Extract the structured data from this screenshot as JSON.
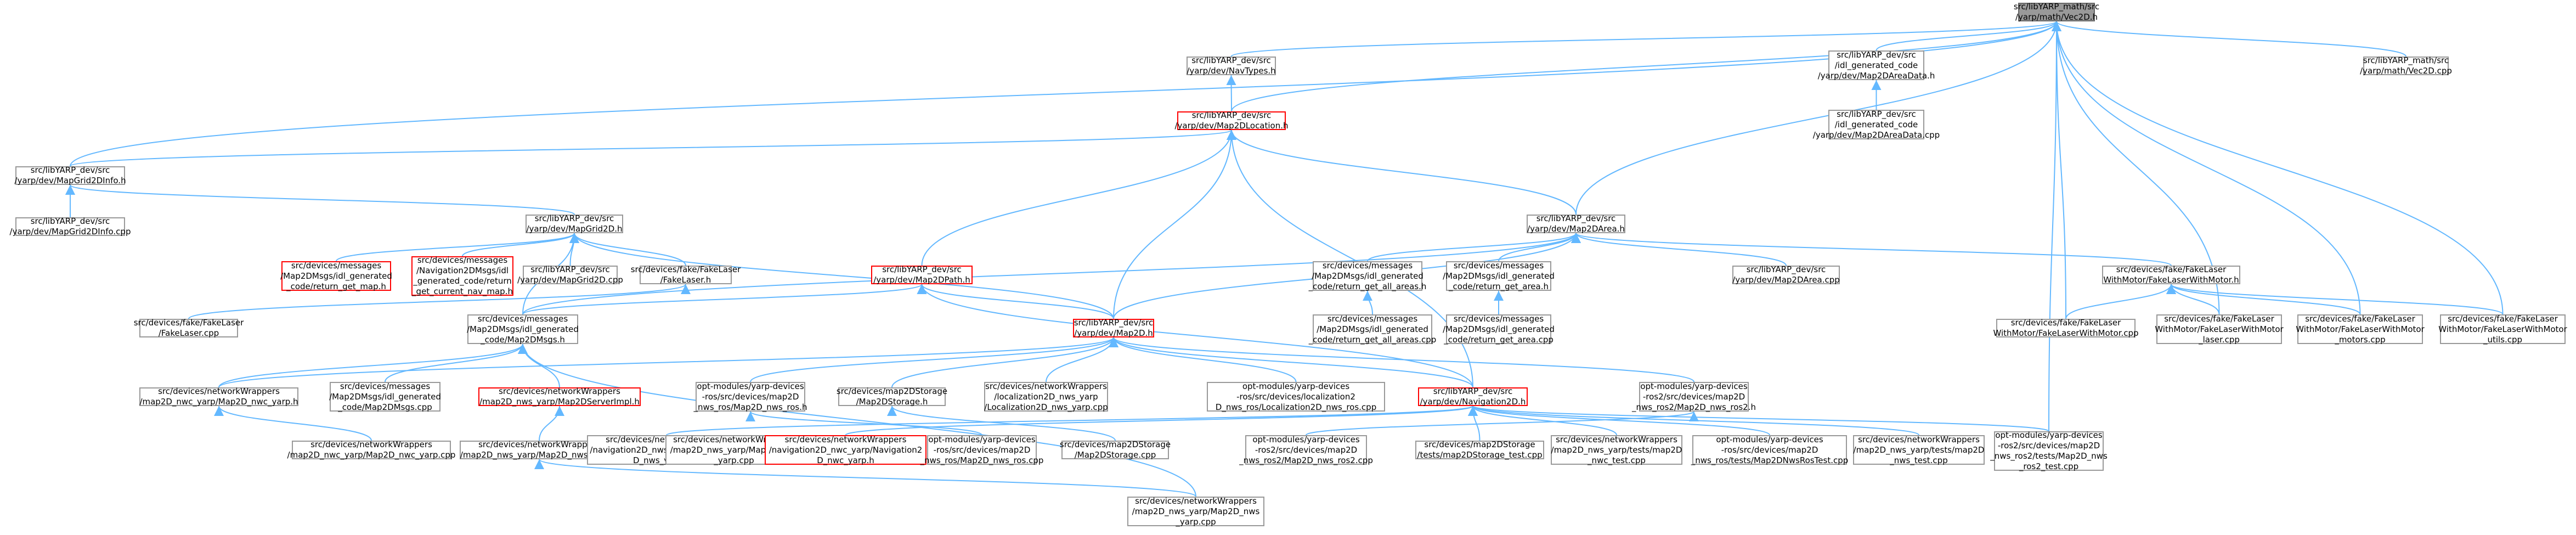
{
  "graph": {
    "title": "src/libYARP_math/src/yarp/math/Vec2D.h",
    "colors": {
      "edge": "#63b8ff",
      "border": "#999999",
      "highlight": "#ff0000",
      "root_fill": "#999999"
    },
    "nodes": [
      {
        "id": "root",
        "label": "src/libYARP_math/src\n/yarp/math/Vec2D.h",
        "style": "root"
      },
      {
        "id": "navtypes",
        "label": "src/libYARP_dev/src\n/yarp/dev/NavTypes.h"
      },
      {
        "id": "map2dareadata_h",
        "label": "src/libYARP_dev/src\n/idl_generated_code\n/yarp/dev/Map2DAreaData.h"
      },
      {
        "id": "vec2d_cpp",
        "label": "src/libYARP_math/src\n/yarp/math/Vec2D.cpp"
      },
      {
        "id": "map2dlocation",
        "label": "src/libYARP_dev/src\n/yarp/dev/Map2DLocation.h",
        "style": "red"
      },
      {
        "id": "map2dareadata_cpp",
        "label": "src/libYARP_dev/src\n/idl_generated_code\n/yarp/dev/Map2DAreaData.cpp"
      },
      {
        "id": "mapgrid2dinfo_h",
        "label": "src/libYARP_dev/src\n/yarp/dev/MapGrid2DInfo.h"
      },
      {
        "id": "mapgrid2dinfo_cpp",
        "label": "src/libYARP_dev/src\n/yarp/dev/MapGrid2DInfo.cpp"
      },
      {
        "id": "mapgrid2d_h",
        "label": "src/libYARP_dev/src\n/yarp/dev/MapGrid2D.h"
      },
      {
        "id": "map2darea_h",
        "label": "src/libYARP_dev/src\n/yarp/dev/Map2DArea.h"
      },
      {
        "id": "ret_get_map",
        "label": "src/devices/messages\n/Map2DMsgs/idl_generated\n_code/return_get_map.h",
        "style": "red"
      },
      {
        "id": "ret_current_nav_map",
        "label": "src/devices/messages\n/Navigation2DMsgs/idl\n_generated_code/return\n_get_current_nav_map.h",
        "style": "red"
      },
      {
        "id": "mapgrid2d_cpp",
        "label": "src/libYARP_dev/src\n/yarp/dev/MapGrid2D.cpp"
      },
      {
        "id": "fakelaser_h",
        "label": "src/devices/fake/FakeLaser\n/FakeLaser.h"
      },
      {
        "id": "map2dpath_h",
        "label": "src/libYARP_dev/src\n/yarp/dev/Map2DPath.h",
        "style": "red"
      },
      {
        "id": "ret_get_all_areas_h",
        "label": "src/devices/messages\n/Map2DMsgs/idl_generated\n_code/return_get_all_areas.h"
      },
      {
        "id": "ret_get_area_h",
        "label": "src/devices/messages\n/Map2DMsgs/idl_generated\n_code/return_get_area.h"
      },
      {
        "id": "map2darea_cpp",
        "label": "src/libYARP_dev/src\n/yarp/dev/Map2DArea.cpp"
      },
      {
        "id": "fakelaserwithmotor_h",
        "label": "src/devices/fake/FakeLaser\nWithMotor/FakeLaserWithMotor.h"
      },
      {
        "id": "fakelaser_cpp",
        "label": "src/devices/fake/FakeLaser\n/FakeLaser.cpp"
      },
      {
        "id": "map2dmsgs_h",
        "label": "src/devices/messages\n/Map2DMsgs/idl_generated\n_code/Map2DMsgs.h"
      },
      {
        "id": "ret_get_all_areas_cpp",
        "label": "src/devices/messages\n/Map2DMsgs/idl_generated\n_code/return_get_all_areas.cpp"
      },
      {
        "id": "ret_get_area_cpp",
        "label": "src/devices/messages\n/Map2DMsgs/idl_generated\n_code/return_get_area.cpp"
      },
      {
        "id": "map2d_h",
        "label": "src/libYARP_dev/src\n/yarp/dev/Map2D.h",
        "style": "red"
      },
      {
        "id": "fakelaserwithmotor_cpp",
        "label": "src/devices/fake/FakeLaser\nWithMotor/FakeLaserWithMotor.cpp"
      },
      {
        "id": "fakelaserwithmotor_laser_cpp",
        "label": "src/devices/fake/FakeLaser\nWithMotor/FakeLaserWithMotor\n_laser.cpp"
      },
      {
        "id": "fakelaserwithmotor_motors_cpp",
        "label": "src/devices/fake/FakeLaser\nWithMotor/FakeLaserWithMotor\n_motors.cpp"
      },
      {
        "id": "fakelaserwithmotor_utils_cpp",
        "label": "src/devices/fake/FakeLaser\nWithMotor/FakeLaserWithMotor\n_utils.cpp"
      },
      {
        "id": "map2d_nwc_yarp_h",
        "label": "src/devices/networkWrappers\n/map2D_nwc_yarp/Map2D_nwc_yarp.h"
      },
      {
        "id": "map2dmsgs_cpp",
        "label": "src/devices/messages\n/Map2DMsgs/idl_generated\n_code/Map2DMsgs.cpp"
      },
      {
        "id": "map2dserverimpl_h",
        "label": "src/devices/networkWrappers\n/map2D_nws_yarp/Map2DServerImpl.h",
        "style": "red"
      },
      {
        "id": "map2d_nws_ros_h",
        "label": "opt-modules/yarp-devices\n-ros/src/devices/map2D\n_nws_ros/Map2D_nws_ros.h"
      },
      {
        "id": "map2dstorage_h",
        "label": "src/devices/map2DStorage\n/Map2DStorage.h"
      },
      {
        "id": "localization2d_nws_yarp_cpp",
        "label": "src/devices/networkWrappers\n/localization2D_nws_yarp\n/Localization2D_nws_yarp.cpp"
      },
      {
        "id": "localization2d_nws_ros_cpp",
        "label": "opt-modules/yarp-devices\n-ros/src/devices/localization2\nD_nws_ros/Localization2D_nws_ros.cpp"
      },
      {
        "id": "navigation2d_h",
        "label": "src/libYARP_dev/src\n/yarp/dev/Navigation2D.h",
        "style": "red"
      },
      {
        "id": "map2d_nws_ros2_h",
        "label": "opt-modules/yarp-devices\n-ros2/src/devices/map2D\n_nws_ros2/Map2D_nws_ros2.h"
      },
      {
        "id": "map2d_nwc_yarp_cpp",
        "label": "src/devices/networkWrappers\n/map2D_nwc_yarp/Map2D_nwc_yarp.cpp"
      },
      {
        "id": "map2d_nws_yarp_h",
        "label": "src/devices/networkWrappers\n/map2D_nws_yarp/Map2D_nws_yarp.h"
      },
      {
        "id": "navigation2d_nws_yarp_cpp",
        "label": "src/devices/networkWrappers\n/navigation2D_nws_yarp/Navigation2\nD_nws_yarp.cpp"
      },
      {
        "id": "map2d_nws_yarp_cpp_a",
        "label": "src/devices/networkWrappers\n/map2D_nws_yarp/Map2D_nws\n_yarp.cpp"
      },
      {
        "id": "navigation2d_nwc_yarp_h",
        "label": "src/devices/networkWrappers\n/navigation2D_nwc_yarp/Navigation2\nD_nwc_yarp.h",
        "style": "red"
      },
      {
        "id": "map2d_nws_ros_cpp",
        "label": "opt-modules/yarp-devices\n-ros/src/devices/map2D\n_nws_ros/Map2D_nws_ros.cpp"
      },
      {
        "id": "map2dstorage_cpp",
        "label": "src/devices/map2DStorage\n/Map2DStorage.cpp"
      },
      {
        "id": "map2d_nws_ros2_cpp",
        "label": "opt-modules/yarp-devices\n-ros2/src/devices/map2D\n_nws_ros2/Map2D_nws_ros2.cpp"
      },
      {
        "id": "map2dstorage_test_cpp",
        "label": "src/devices/map2DStorage\n/tests/map2DStorage_test.cpp"
      },
      {
        "id": "map2d_nwc_test_cpp",
        "label": "src/devices/networkWrappers\n/map2D_nws_yarp/tests/map2D\n_nwc_test.cpp"
      },
      {
        "id": "map2dnwsrostest_cpp",
        "label": "opt-modules/yarp-devices\n-ros/src/devices/map2D\n_nws_ros/tests/Map2DNwsRosTest.cpp"
      },
      {
        "id": "map2d_nws_test_cpp",
        "label": "src/devices/networkWrappers\n/map2D_nws_yarp/tests/map2D\n_nws_test.cpp"
      },
      {
        "id": "map2d_nws_ros2_test_cpp",
        "label": "opt-modules/yarp-devices\n-ros2/src/devices/map2D\n_nws_ros2/tests/Map2D_nws\n_ros2_test.cpp"
      },
      {
        "id": "map2d_nws_yarp_cpp_b",
        "label": "src/devices/networkWrappers\n/map2D_nws_yarp/Map2D_nws\n_yarp.cpp"
      }
    ],
    "edges": [
      [
        "navtypes",
        "root"
      ],
      [
        "map2dareadata_h",
        "root"
      ],
      [
        "vec2d_cpp",
        "root"
      ],
      [
        "map2dlocation",
        "root"
      ],
      [
        "mapgrid2dinfo_h",
        "root"
      ],
      [
        "map2darea_h",
        "root"
      ],
      [
        "map2dlocation",
        "navtypes"
      ],
      [
        "map2dareadata_cpp",
        "map2dareadata_h"
      ],
      [
        "mapgrid2dinfo_h",
        "map2dlocation"
      ],
      [
        "mapgrid2dinfo_cpp",
        "mapgrid2dinfo_h"
      ],
      [
        "mapgrid2d_h",
        "mapgrid2dinfo_h"
      ],
      [
        "map2darea_h",
        "map2dlocation"
      ],
      [
        "map2dpath_h",
        "map2dlocation"
      ],
      [
        "map2d_h",
        "map2dlocation"
      ],
      [
        "navigation2d_h",
        "map2dlocation"
      ],
      [
        "ret_get_map",
        "mapgrid2d_h"
      ],
      [
        "ret_current_nav_map",
        "mapgrid2d_h"
      ],
      [
        "mapgrid2d_cpp",
        "mapgrid2d_h"
      ],
      [
        "fakelaser_h",
        "mapgrid2d_h"
      ],
      [
        "map2d_h",
        "mapgrid2d_h"
      ],
      [
        "map2dmsgs_h",
        "mapgrid2d_h"
      ],
      [
        "ret_get_all_areas_h",
        "map2darea_h"
      ],
      [
        "ret_get_area_h",
        "map2darea_h"
      ],
      [
        "map2darea_cpp",
        "map2darea_h"
      ],
      [
        "fakelaserwithmotor_h",
        "map2darea_h"
      ],
      [
        "map2d_h",
        "map2darea_h"
      ],
      [
        "map2dmsgs_h",
        "map2darea_h"
      ],
      [
        "fakelaser_cpp",
        "fakelaser_h"
      ],
      [
        "map2dmsgs_h",
        "map2dpath_h"
      ],
      [
        "map2d_h",
        "map2dpath_h"
      ],
      [
        "navigation2d_h",
        "map2dpath_h"
      ],
      [
        "ret_get_all_areas_cpp",
        "ret_get_all_areas_h"
      ],
      [
        "ret_get_area_cpp",
        "ret_get_area_h"
      ],
      [
        "fakelaserwithmotor_cpp",
        "fakelaserwithmotor_h"
      ],
      [
        "fakelaserwithmotor_laser_cpp",
        "fakelaserwithmotor_h"
      ],
      [
        "fakelaserwithmotor_motors_cpp",
        "fakelaserwithmotor_h"
      ],
      [
        "fakelaserwithmotor_utils_cpp",
        "fakelaserwithmotor_h"
      ],
      [
        "map2d_nwc_yarp_h",
        "map2dmsgs_h"
      ],
      [
        "map2dmsgs_cpp",
        "map2dmsgs_h"
      ],
      [
        "map2dserverimpl_h",
        "map2dmsgs_h"
      ],
      [
        "map2d_nwc_yarp_h",
        "map2d_h"
      ],
      [
        "map2d_nws_ros_h",
        "map2d_h"
      ],
      [
        "map2dstorage_h",
        "map2d_h"
      ],
      [
        "localization2d_nws_yarp_cpp",
        "map2d_h"
      ],
      [
        "localization2d_nws_ros_cpp",
        "map2d_h"
      ],
      [
        "navigation2d_h",
        "map2d_h"
      ],
      [
        "map2d_nws_ros2_h",
        "map2d_h"
      ],
      [
        "map2d_nwc_yarp_cpp",
        "map2d_nwc_yarp_h"
      ],
      [
        "map2d_nws_yarp_h",
        "map2dserverimpl_h"
      ],
      [
        "map2d_nws_ros_cpp",
        "map2d_nws_ros_h"
      ],
      [
        "map2dstorage_cpp",
        "map2dstorage_h"
      ],
      [
        "map2d_nws_ros2_cpp",
        "map2d_nws_ros2_h"
      ],
      [
        "navigation2d_nws_yarp_cpp",
        "navigation2d_h"
      ],
      [
        "navigation2d_nwc_yarp_h",
        "navigation2d_h"
      ],
      [
        "map2dstorage_test_cpp",
        "navigation2d_h"
      ],
      [
        "map2d_nwc_test_cpp",
        "navigation2d_h"
      ],
      [
        "map2dnwsrostest_cpp",
        "navigation2d_h"
      ],
      [
        "map2d_nws_test_cpp",
        "navigation2d_h"
      ],
      [
        "map2d_nws_ros2_test_cpp",
        "navigation2d_h"
      ],
      [
        "map2d_nws_yarp_cpp_a",
        "map2d_nws_yarp_h"
      ],
      [
        "map2d_nws_yarp_cpp_b",
        "map2d_nws_yarp_h"
      ],
      [
        "fakelaserwithmotor_cpp",
        "root"
      ],
      [
        "fakelaserwithmotor_laser_cpp",
        "root"
      ],
      [
        "fakelaserwithmotor_motors_cpp",
        "root"
      ],
      [
        "fakelaserwithmotor_utils_cpp",
        "root"
      ],
      [
        "map2d_nws_ros2_test_cpp",
        "root"
      ],
      [
        "map2d_nws_yarp_cpp_b",
        "map2dmsgs_h"
      ]
    ]
  }
}
